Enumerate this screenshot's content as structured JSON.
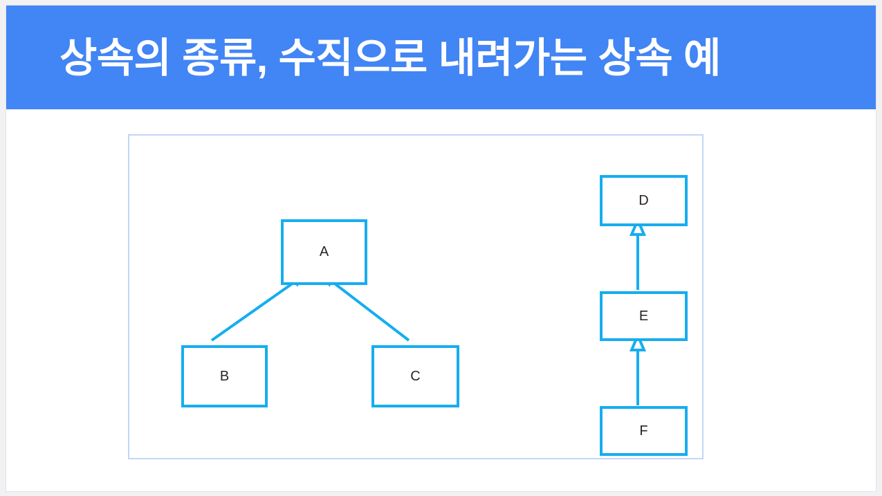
{
  "slide": {
    "title": "상속의 종류, 수직으로 내려가는 상속 예",
    "header_color": "#4285f4",
    "background_color": "#ffffff",
    "page_background_color": "#f1f1f3"
  },
  "diagram": {
    "frame_border_color": "#c2d6f7",
    "node_border_color": "#16ADEF",
    "node_fill_color": "#ffffff",
    "connector_color": "#16ADEF",
    "arrowhead_style": "hollow-triangle",
    "groups": [
      {
        "name": "multi-child-inheritance",
        "parent": "A",
        "children": [
          "B",
          "C"
        ]
      },
      {
        "name": "vertical-chain-inheritance",
        "chain": [
          "D",
          "E",
          "F"
        ]
      }
    ],
    "nodes": [
      {
        "id": "a",
        "label": "A"
      },
      {
        "id": "b",
        "label": "B"
      },
      {
        "id": "c",
        "label": "C"
      },
      {
        "id": "d",
        "label": "D"
      },
      {
        "id": "e",
        "label": "E"
      },
      {
        "id": "f",
        "label": "F"
      }
    ],
    "edges": [
      {
        "from": "B",
        "to": "A",
        "kind": "generalization"
      },
      {
        "from": "C",
        "to": "A",
        "kind": "generalization"
      },
      {
        "from": "E",
        "to": "D",
        "kind": "generalization"
      },
      {
        "from": "F",
        "to": "E",
        "kind": "generalization"
      }
    ]
  }
}
